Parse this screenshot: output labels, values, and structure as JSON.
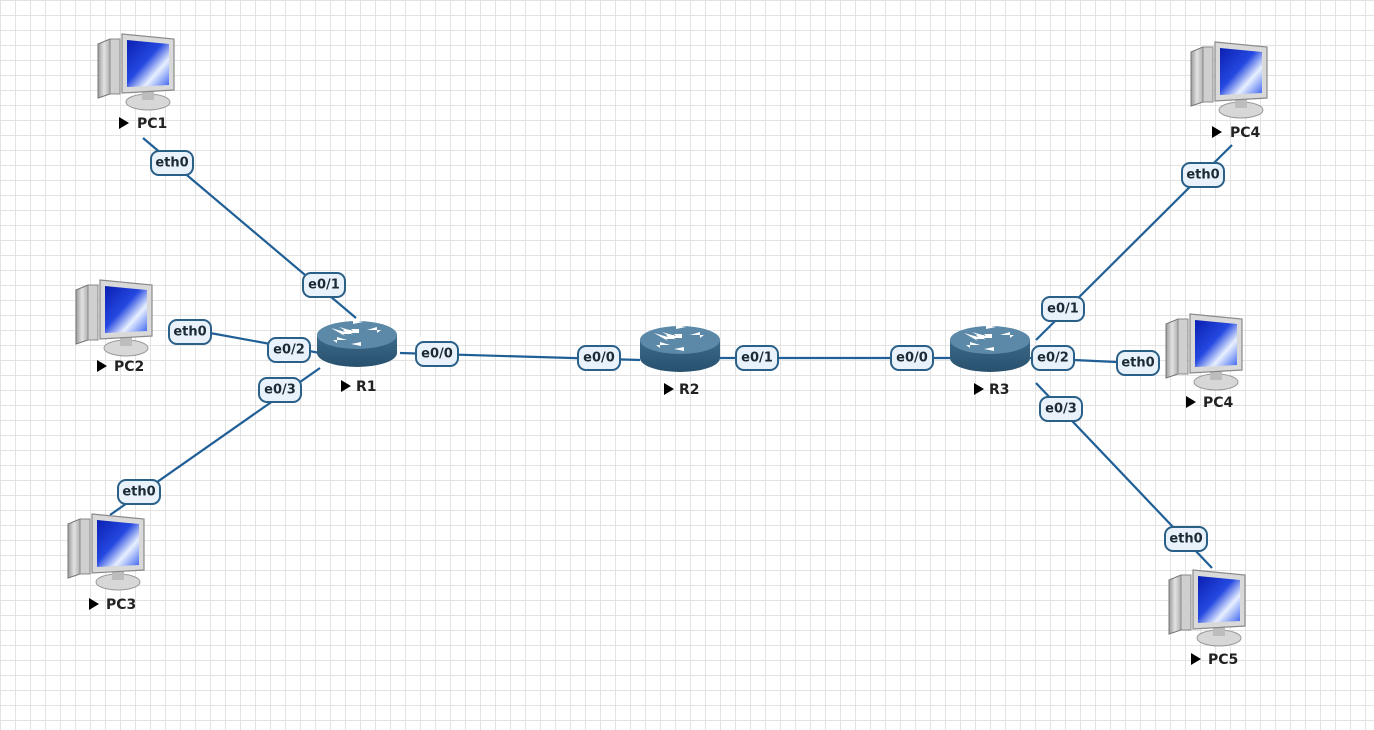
{
  "nodes": [
    {
      "id": "PC1",
      "label": "PC1",
      "type": "pc",
      "icon": "desktop-pc-icon"
    },
    {
      "id": "PC2",
      "label": "PC2",
      "type": "pc",
      "icon": "desktop-pc-icon"
    },
    {
      "id": "PC3",
      "label": "PC3",
      "type": "pc",
      "icon": "desktop-pc-icon"
    },
    {
      "id": "R1",
      "label": "R1",
      "type": "router",
      "icon": "router-icon"
    },
    {
      "id": "R2",
      "label": "R2",
      "type": "router",
      "icon": "router-icon"
    },
    {
      "id": "R3",
      "label": "R3",
      "type": "router",
      "icon": "router-icon"
    },
    {
      "id": "PC4a",
      "label": "PC4",
      "type": "pc",
      "icon": "desktop-pc-icon"
    },
    {
      "id": "PC4b",
      "label": "PC4",
      "type": "pc",
      "icon": "desktop-pc-icon"
    },
    {
      "id": "PC5",
      "label": "PC5",
      "type": "pc",
      "icon": "desktop-pc-icon"
    }
  ],
  "links": [
    {
      "from": "PC1",
      "from_port": "eth0",
      "to": "R1",
      "to_port": "e0/1"
    },
    {
      "from": "PC2",
      "from_port": "eth0",
      "to": "R1",
      "to_port": "e0/2"
    },
    {
      "from": "PC3",
      "from_port": "eth0",
      "to": "R1",
      "to_port": "e0/3"
    },
    {
      "from": "R1",
      "from_port": "e0/0",
      "to": "R2",
      "to_port": "e0/0"
    },
    {
      "from": "R2",
      "from_port": "e0/1",
      "to": "R3",
      "to_port": "e0/0"
    },
    {
      "from": "R3",
      "from_port": "e0/1",
      "to": "PC4a",
      "to_port": "eth0"
    },
    {
      "from": "R3",
      "from_port": "e0/2",
      "to": "PC4b",
      "to_port": "eth0"
    },
    {
      "from": "R3",
      "from_port": "e0/3",
      "to": "PC5",
      "to_port": "eth0"
    }
  ],
  "colors": {
    "link": "#1f5f96",
    "port_border": "#2a5f88",
    "port_fill": "#e9f2fa",
    "router_body": "#3f6f8e",
    "monitor_screen": "#1230c8"
  }
}
